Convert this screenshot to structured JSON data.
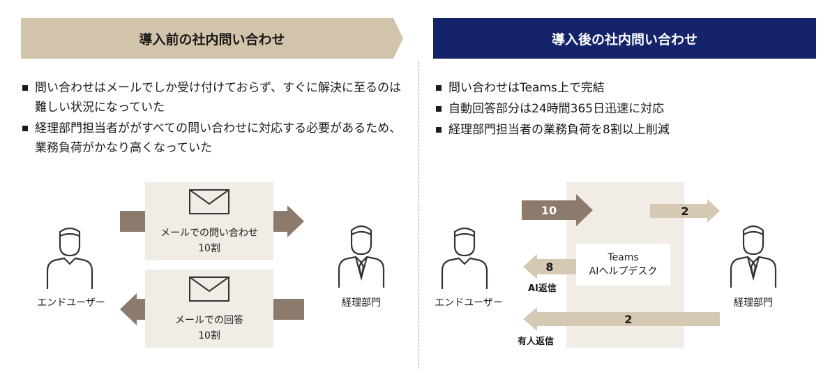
{
  "colors": {
    "tan_header": "#d1c4ab",
    "navy_header": "#14236a",
    "panel_bg": "#f1ece5",
    "arrow_dark": "#8c7a6c",
    "arrow_light": "#d5c9b3"
  },
  "before": {
    "title": "導入前の社内問い合わせ",
    "bullets": [
      "問い合わせはメールでしか受け付けておらず、すぐに解決に至るのは難しい状況になっていた",
      "経理部門担当者ががすべての問い合わせに対応する必要があるため、業務負荷がかなり高くなっていた"
    ],
    "enduser_label": "エンドユーザー",
    "accounting_label": "経理部門",
    "top_caption_line1": "メールでの問い合わせ",
    "top_caption_line2": "10割",
    "bottom_caption_line1": "メールでの回答",
    "bottom_caption_line2": "10割"
  },
  "after": {
    "title": "導入後の社内問い合わせ",
    "bullets": [
      "問い合わせはTeams上で完結",
      "自動回答部分は24時間365日迅速に対応",
      "経理部門担当者の業務負荷を8割以上削減"
    ],
    "enduser_label": "エンドユーザー",
    "accounting_label": "経理部門",
    "teams_line1": "Teams",
    "teams_line2": "AIヘルプデスク",
    "arrow_in": "10",
    "arrow_forward": "2",
    "arrow_ai_back": "8",
    "arrow_human_back": "2",
    "ai_reply_label": "AI返信",
    "human_reply_label": "有人返信"
  }
}
